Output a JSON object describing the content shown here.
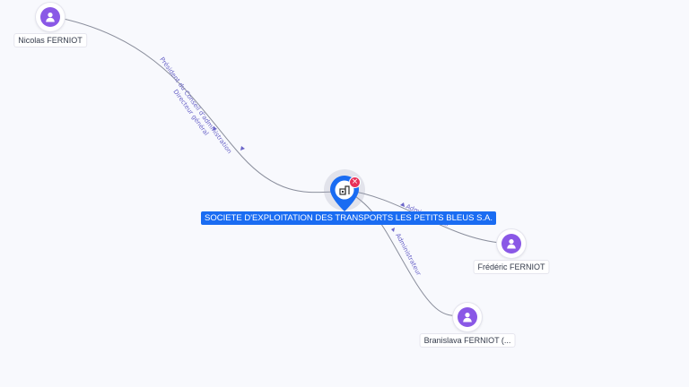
{
  "company": {
    "name": "SOCIETE D'EXPLOITATION DES TRANSPORTS LES PETITS BLEUS S.A.",
    "icon": "building-icon",
    "badge_icon": "close-icon",
    "badge_symbol": "×",
    "color": "#1a6cf2"
  },
  "people": [
    {
      "id": "p1",
      "name": "Nicolas FERNIOT",
      "icon": "person-icon"
    },
    {
      "id": "p2",
      "name": "Frédéric FERNIOT",
      "icon": "person-icon"
    },
    {
      "id": "p3",
      "name": "Branislava FERNIOT (...",
      "icon": "person-icon"
    }
  ],
  "relations": [
    {
      "from": "p1",
      "to": "company",
      "labels": [
        "Président du Conseil d'administration",
        "Directeur général"
      ]
    },
    {
      "from": "p2",
      "to": "company",
      "labels": [
        "Administrateur"
      ]
    },
    {
      "from": "p3",
      "to": "company",
      "labels": [
        "Administrateur"
      ]
    }
  ],
  "colors": {
    "person": "#8a58e6",
    "edge": "#8a8e9c",
    "edge_label": "#6a64c8"
  }
}
